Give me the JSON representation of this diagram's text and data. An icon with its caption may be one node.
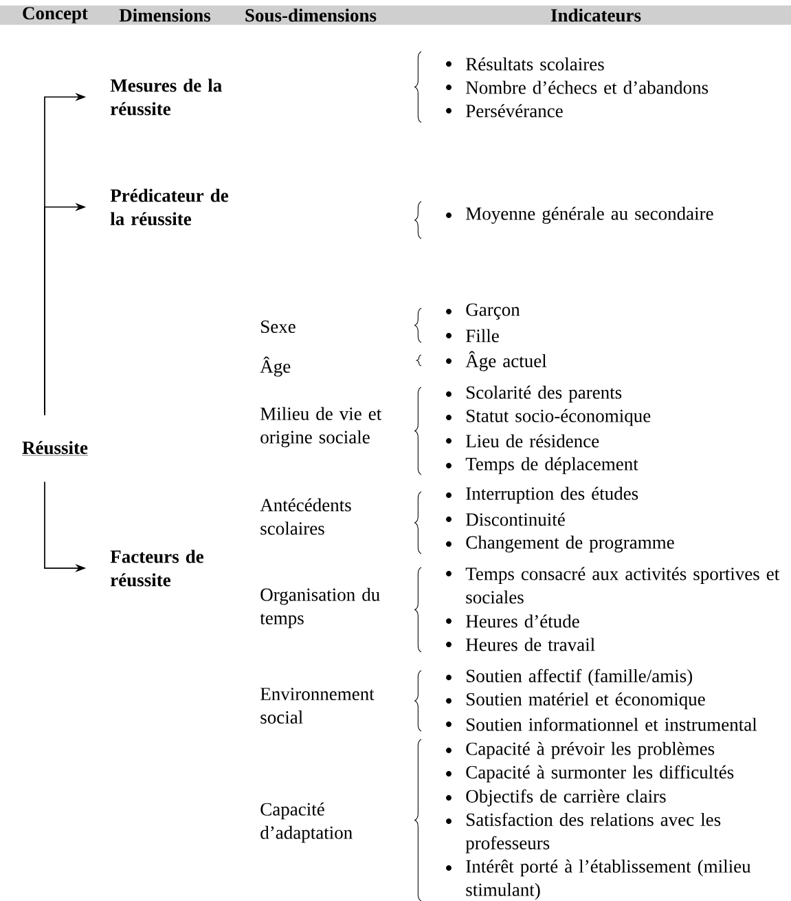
{
  "diagram": {
    "nodes": [
      {
        "text": [
          "Réussite"
        ]
      },
      {
        "text": [
          "Mesures de la réussite"
        ]
      },
      {
        "text": [
          "Prédicateur de la réussite"
        ]
      },
      {
        "text": [
          "Facteurs de réussite"
        ]
      }
    ],
    "edges": [
      {
        "from": 0,
        "to": 1,
        "arrow": "to"
      },
      {
        "from": 0,
        "to": 2,
        "arrow": "to"
      },
      {
        "from": 0,
        "to": 3,
        "arrow": "to"
      }
    ],
    "labels": [
      "Concept",
      "Dimensions",
      "Sous-dimensions",
      "Indicateurs",
      "Résultats scolaires",
      "Nombre d’échecs et d’abandons",
      "Persévérance",
      "Moyenne générale au secondaire",
      "Sexe",
      "Garçon",
      "Fille",
      "Âge",
      "Âge actuel",
      "Milieu de vie et origine sociale",
      "Scolarité des parents",
      "Statut socio-économique",
      "Lieu de résidence",
      "Temps de déplacement",
      "Antécédents scolaires",
      "Interruption des études",
      "Discontinuité",
      "Changement de programme",
      "Organisation du temps",
      "Temps consacré aux activités sportives et sociales",
      "Heures d’étude",
      "Heures de travail",
      "Environnement social",
      "Soutien affectif (famille/amis)",
      "Soutien matériel et économique",
      "Soutien informationnel et instrumental",
      "Capacité d’adaptation",
      "Capacité à prévoir les problèmes",
      "Capacité à surmonter les difficultés",
      "Objectifs de carrière clairs",
      "Satisfaction des relations avec les professeurs",
      "Intérêt porté à l’établissement (milieu stimulant)"
    ]
  }
}
